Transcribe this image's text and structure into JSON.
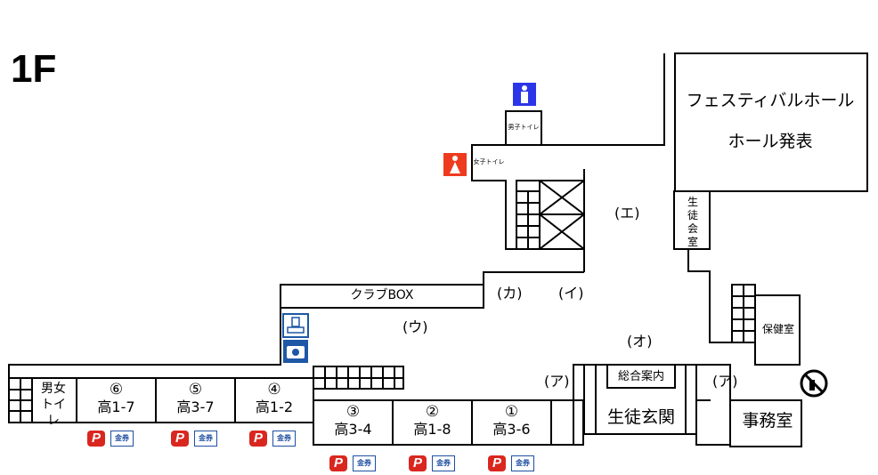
{
  "floor": "1F",
  "hall": {
    "line1": "フェスティバルホール",
    "line2": "ホール発表"
  },
  "student_council": "生徒会室",
  "club_box": "クラブBOX",
  "info_desk": "総合案内",
  "entrance": "生徒玄関",
  "office": "事務室",
  "health_room": "保健室",
  "restroom_men": "男子トイレ",
  "restroom_women": "女子トイレ",
  "restroom_mixed": "男女トイレ",
  "markers": {
    "a": "ア",
    "i": "イ",
    "u": "ウ",
    "e": "エ",
    "o": "オ",
    "ka": "カ"
  },
  "rooms": [
    {
      "num": "⑥",
      "cls": "高1-7"
    },
    {
      "num": "⑤",
      "cls": "高3-7"
    },
    {
      "num": "④",
      "cls": "高1-2"
    },
    {
      "num": "③",
      "cls": "高3-4"
    },
    {
      "num": "②",
      "cls": "高1-8"
    },
    {
      "num": "①",
      "cls": "高3-6"
    }
  ],
  "payment": {
    "p": "P",
    "ticket": "金券"
  },
  "icons": {
    "men": "male-restroom-icon",
    "women": "female-restroom-icon",
    "no_smoking": "no-smoking-icon",
    "camera": "camera-icon",
    "stamp": "stamp-icon"
  },
  "colors": {
    "men": "#2b35e8",
    "women": "#ee3b1f",
    "paypay": "#d9271f",
    "ticket": "#1f4fa0",
    "icon_blue": "#1e57a6"
  }
}
